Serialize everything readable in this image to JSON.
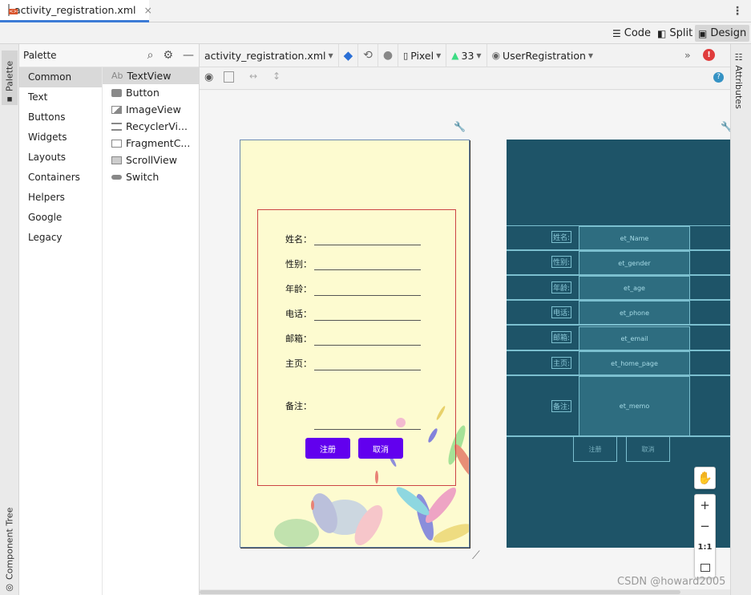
{
  "file_tab": {
    "title": "activity_registration.xml",
    "close": "×"
  },
  "modes": {
    "code": "Code",
    "split": "Split",
    "design": "Design"
  },
  "side_tabs": {
    "palette": "Palette",
    "component_tree": "Component Tree",
    "attributes": "Attributes"
  },
  "palette": {
    "title": "Palette",
    "categories": [
      "Common",
      "Text",
      "Buttons",
      "Widgets",
      "Layouts",
      "Containers",
      "Helpers",
      "Google",
      "Legacy"
    ],
    "widgets": [
      {
        "label": "TextView",
        "icon": "textview-icon",
        "prefix": "Ab"
      },
      {
        "label": "Button",
        "icon": "button-icon"
      },
      {
        "label": "ImageView",
        "icon": "imageview-icon"
      },
      {
        "label": "RecyclerVi...",
        "icon": "recyclerview-icon"
      },
      {
        "label": "FragmentC...",
        "icon": "fragmentcontainer-icon"
      },
      {
        "label": "ScrollView",
        "icon": "scrollview-icon"
      },
      {
        "label": "Switch",
        "icon": "switch-icon"
      }
    ]
  },
  "toolbar": {
    "file": "activity_registration.xml",
    "device": "Pixel",
    "api": "33",
    "activity": "UserRegistration"
  },
  "form": {
    "rows": [
      "姓名：",
      "性别：",
      "年龄：",
      "电话：",
      "邮箱：",
      "主页："
    ],
    "memo_label": "备注：",
    "register": "注册",
    "cancel": "取消"
  },
  "blueprint": {
    "labels": [
      "姓名:",
      "性别:",
      "年龄:",
      "电话:",
      "邮箱:",
      "主页:"
    ],
    "fields": [
      "et_Name",
      "et_gender",
      "et_age",
      "et_phone",
      "et_email",
      "et_home_page"
    ],
    "memo_label": "备注:",
    "memo_field": "et_memo",
    "register": "注册",
    "cancel": "取消"
  },
  "zoom": {
    "plus": "+",
    "minus": "−",
    "one_to_one": "1:1"
  },
  "watermark": "CSDN @howard2005",
  "colors": {
    "accent": "#3d7bd6",
    "button_purple": "#6200ee",
    "blueprint_bg": "#1e5468",
    "error_red": "#e03c3c"
  }
}
